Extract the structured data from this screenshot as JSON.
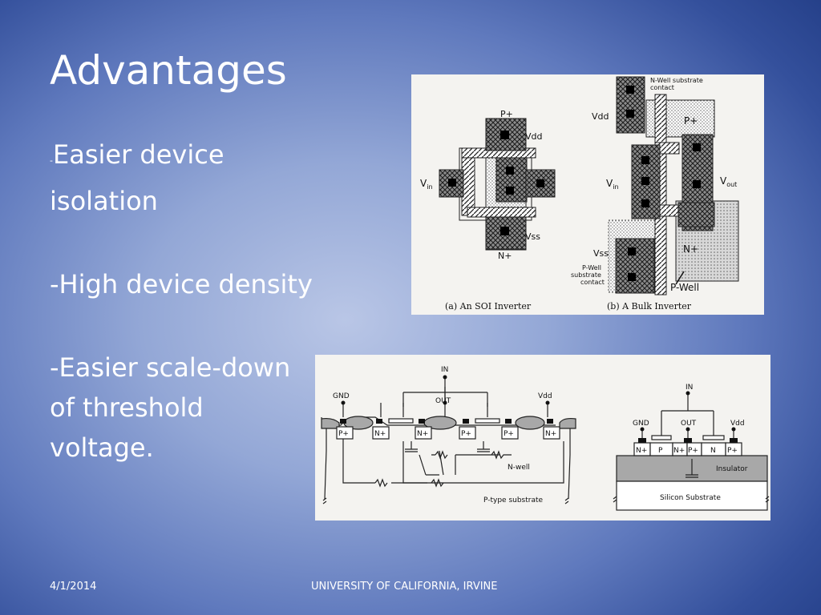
{
  "slide": {
    "title": "Advantages",
    "bullets": [
      {
        "marker": "-",
        "text": "Easier device isolation"
      },
      {
        "text": "-High device density"
      },
      {
        "text": "-Easier scale-down of threshold voltage."
      }
    ],
    "footer": {
      "date": "4/1/2014",
      "organization": "UNIVERSITY OF CALIFORNIA, IRVINE"
    }
  },
  "figure_layouts": {
    "soi_caption": "(a) An SOI Inverter",
    "bulk_caption": "(b) A Bulk Inverter",
    "p_plus": "P+",
    "n_plus": "N+",
    "vdd": "Vdd",
    "vss": "Vss",
    "vin_main": "V",
    "vin_sub": "in",
    "vout_main": "V",
    "vout_sub": "out",
    "nwell_contact_1": "N-Well substrate",
    "nwell_contact_2": "contact",
    "pwell_contact_1": "P-Well",
    "pwell_contact_2": "substrate",
    "pwell_contact_3": "contact",
    "p_well": "P-Well"
  },
  "figure_cross_sections": {
    "in": "IN",
    "out": "OUT",
    "gnd": "GND",
    "vdd": "Vdd",
    "p_plus": "P+",
    "n_plus": "N+",
    "n": "N",
    "p": "P",
    "n_well": "N-well",
    "p_type_substrate": "P-type substrate",
    "insulator": "Insulator",
    "silicon_substrate": "Silicon Substrate"
  }
}
